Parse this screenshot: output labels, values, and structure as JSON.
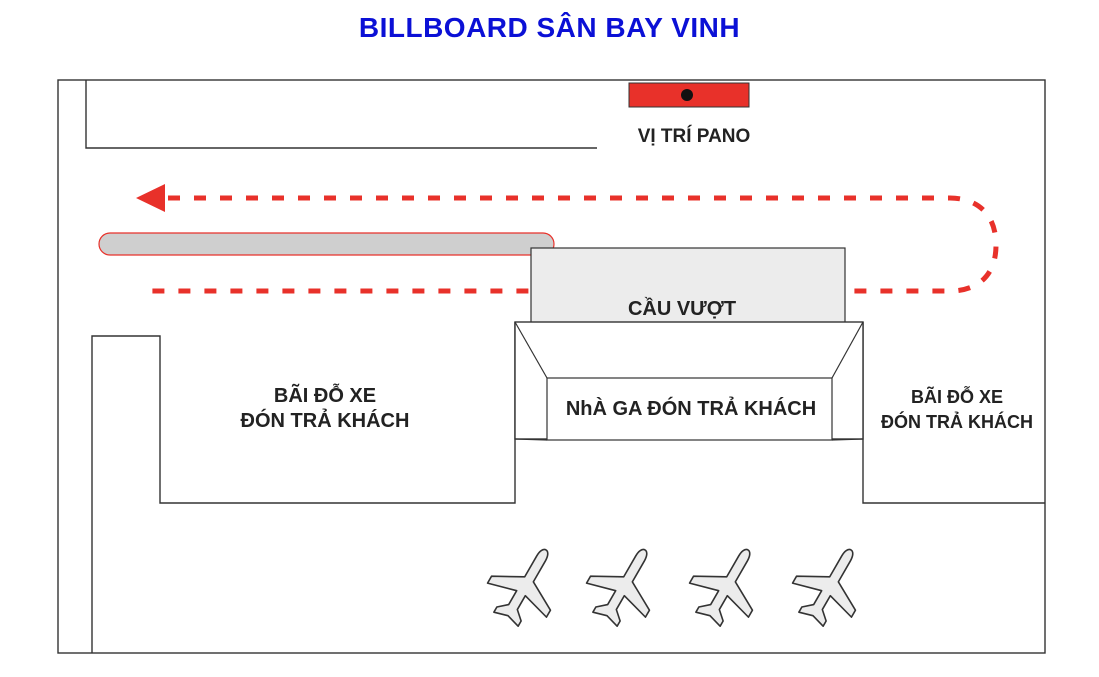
{
  "title": "BILLBOARD SÂN BAY VINH",
  "labels": {
    "pano": "VỊ TRÍ PANO",
    "overpass": "CẦU VƯỢT",
    "terminal": "NhÀ GA ĐÓN TRẢ KHÁCH",
    "parking_left_line1": "BÃI ĐỖ XE",
    "parking_left_line2": "ĐÓN TRẢ KHÁCH",
    "parking_right_line1": "BÃI ĐỖ XE",
    "parking_right_line2": "ĐÓN TRẢ KHÁCH"
  },
  "icons": {
    "airplane": "airplane-icon",
    "billboard_marker": "billboard-marker-icon",
    "route_arrow": "route-arrow-icon"
  },
  "colors": {
    "title": "#0b10d6",
    "route": "#e8312a",
    "billboard": "#e8312a",
    "overpass_fill": "#ececec",
    "road_bar": "#cfcfcf",
    "airplane_fill": "#ececec"
  },
  "airplane_count": 4
}
